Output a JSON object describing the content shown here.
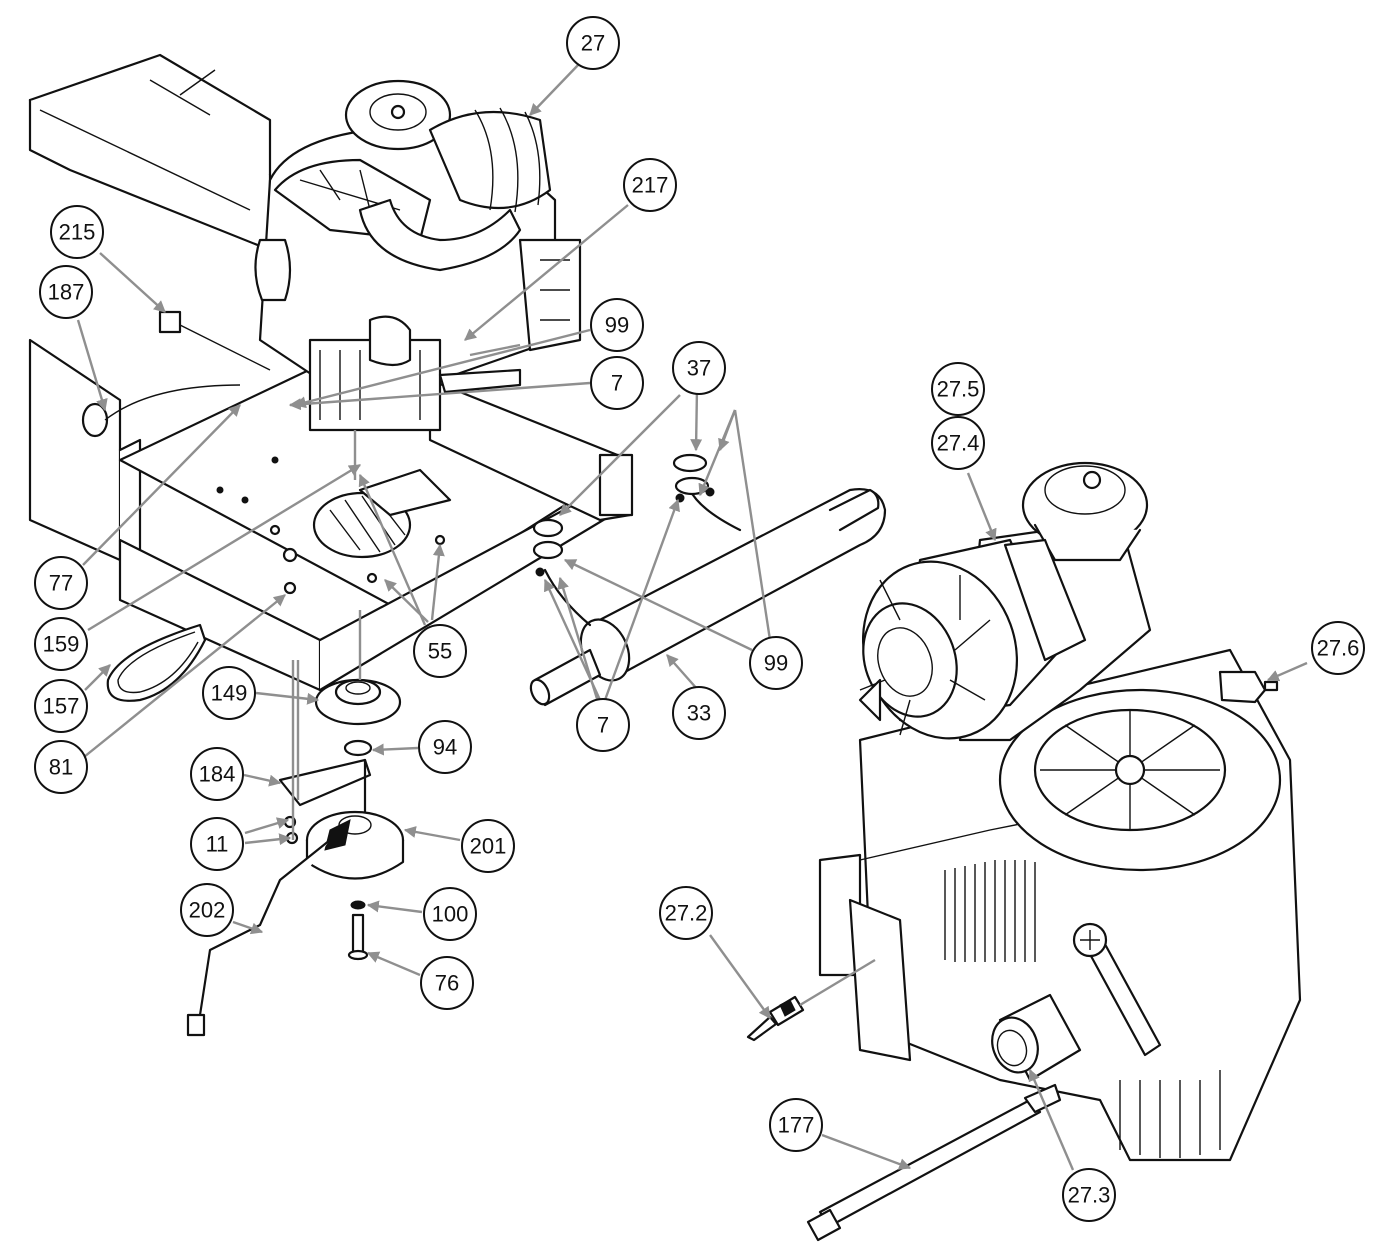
{
  "diagram": {
    "accent_leader_color": "#8f8f8f",
    "line_color": "#111111",
    "callouts": [
      {
        "id": "c27",
        "label": "27"
      },
      {
        "id": "c217",
        "label": "217"
      },
      {
        "id": "c215",
        "label": "215"
      },
      {
        "id": "c187",
        "label": "187"
      },
      {
        "id": "c99a",
        "label": "99"
      },
      {
        "id": "c7a",
        "label": "7"
      },
      {
        "id": "c37",
        "label": "37"
      },
      {
        "id": "c77",
        "label": "77"
      },
      {
        "id": "c159",
        "label": "159"
      },
      {
        "id": "c157",
        "label": "157"
      },
      {
        "id": "c81",
        "label": "81"
      },
      {
        "id": "c55",
        "label": "55"
      },
      {
        "id": "c149",
        "label": "149"
      },
      {
        "id": "c94",
        "label": "94"
      },
      {
        "id": "c184",
        "label": "184"
      },
      {
        "id": "c11",
        "label": "11"
      },
      {
        "id": "c201",
        "label": "201"
      },
      {
        "id": "c202",
        "label": "202"
      },
      {
        "id": "c100",
        "label": "100"
      },
      {
        "id": "c76",
        "label": "76"
      },
      {
        "id": "c99b",
        "label": "99"
      },
      {
        "id": "c7b",
        "label": "7"
      },
      {
        "id": "c33",
        "label": "33"
      },
      {
        "id": "c275",
        "label": "27.5"
      },
      {
        "id": "c274",
        "label": "27.4"
      },
      {
        "id": "c276",
        "label": "27.6"
      },
      {
        "id": "c272",
        "label": "27.2"
      },
      {
        "id": "c177",
        "label": "177"
      },
      {
        "id": "c273",
        "label": "27.3"
      }
    ]
  }
}
